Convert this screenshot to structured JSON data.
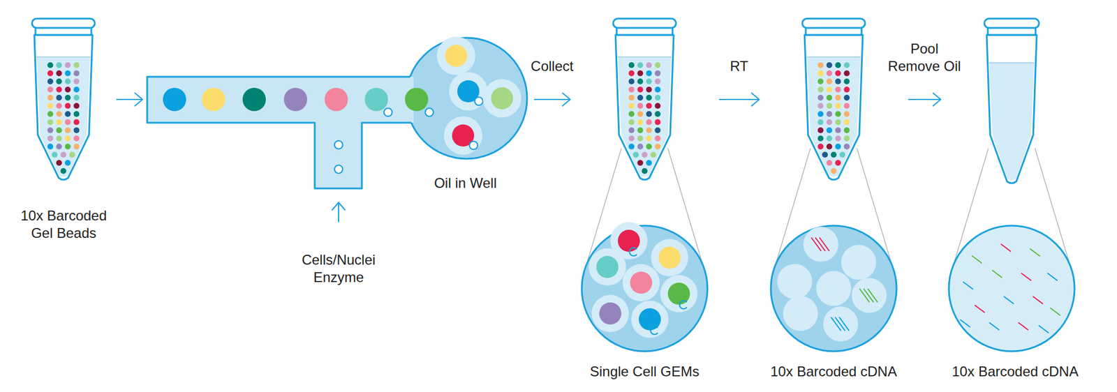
{
  "diagram": {
    "nodes": [
      {
        "text": [
          "10x Barcoded Gel Beads"
        ]
      },
      {
        "text": [
          "Oil in Well"
        ]
      },
      {
        "text": [
          "Cells/Nuclei Enzyme"
        ]
      },
      {
        "text": [
          "Single Cell GEMs"
        ]
      },
      {
        "text": [
          "10x Barcoded cDNA"
        ]
      },
      {
        "text": [
          "10x Barcoded cDNA"
        ]
      }
    ],
    "edges": [
      {
        "from": 0,
        "to": 1,
        "arrow": "to"
      },
      {
        "from": 2,
        "to": 1,
        "arrow": "to"
      },
      {
        "from": 1,
        "to": 3,
        "label": "Collect",
        "arrow": "to"
      },
      {
        "from": 3,
        "to": 4,
        "label": "RT",
        "arrow": "to"
      },
      {
        "from": 4,
        "to": 5,
        "label": "Pool Remove Oil",
        "arrow": "to"
      }
    ]
  }
}
